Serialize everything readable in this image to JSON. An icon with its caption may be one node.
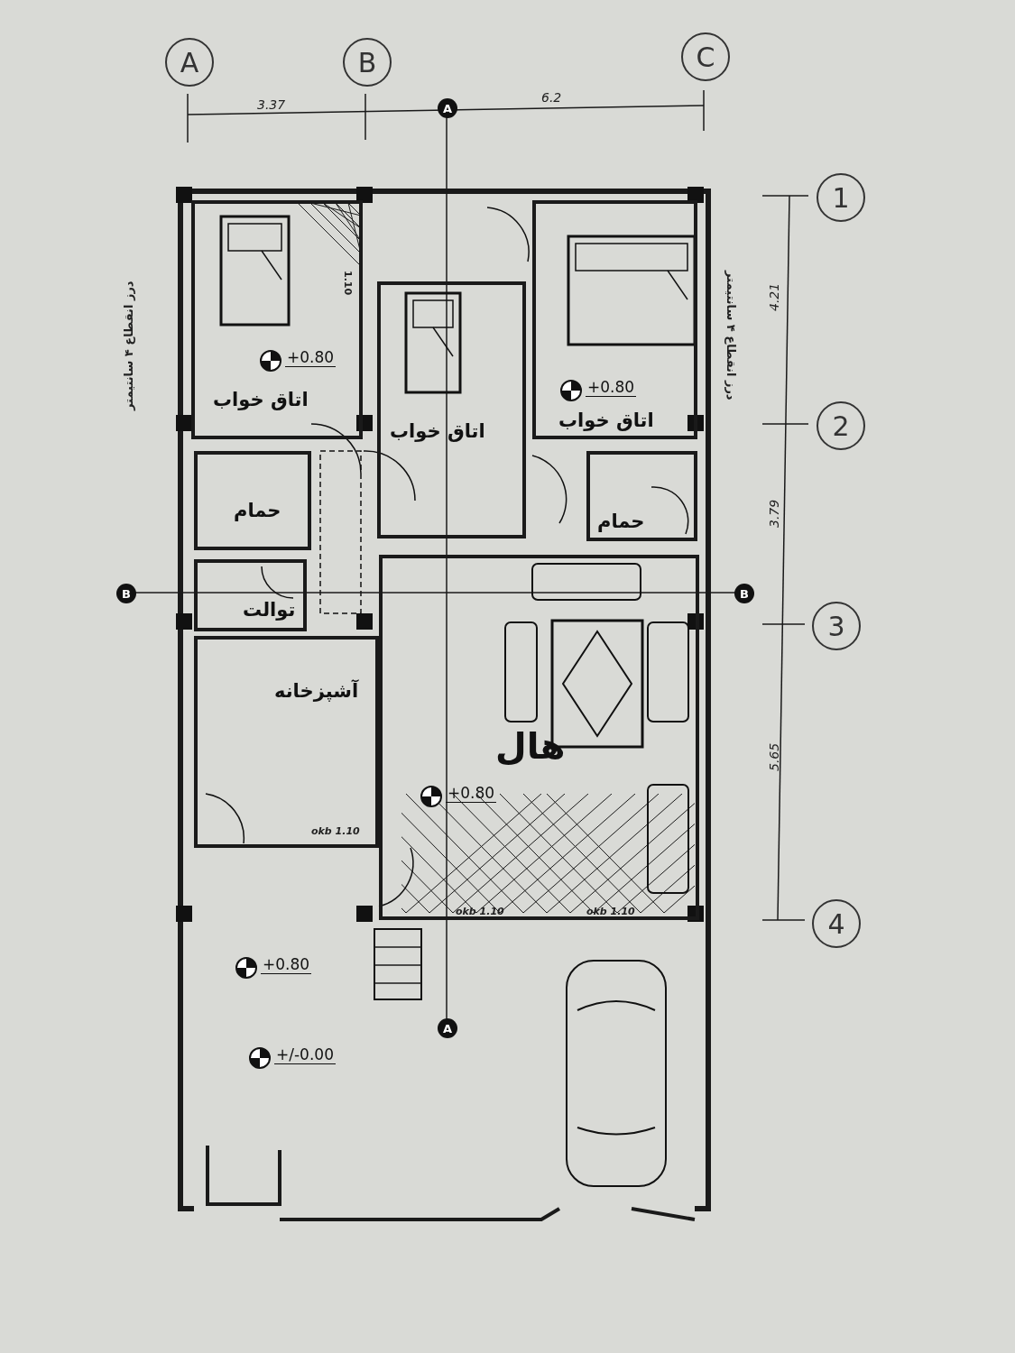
{
  "diagram": {
    "nodes": [
      {
        "text": [
          "A"
        ]
      },
      {
        "text": [
          "B"
        ]
      },
      {
        "text": [
          "C"
        ]
      },
      {
        "text": [
          "1"
        ]
      },
      {
        "text": [
          "2"
        ]
      },
      {
        "text": [
          "3"
        ]
      },
      {
        "text": [
          "4"
        ]
      },
      {
        "text": [
          "+0.80",
          "اتاق خواب"
        ]
      },
      {
        "text": [
          "اتاق خواب"
        ]
      },
      {
        "text": [
          "+0.80",
          "اتاق خواب"
        ]
      },
      {
        "text": [
          "حمام"
        ]
      },
      {
        "text": [
          "حمام"
        ]
      },
      {
        "text": [
          "توالت"
        ]
      },
      {
        "text": [
          "آشپزخانه"
        ]
      },
      {
        "text": [
          "هال",
          "+0.80"
        ]
      },
      {
        "text": [
          "+0.80"
        ]
      },
      {
        "text": [
          "+/-0.00"
        ]
      }
    ],
    "edges": [],
    "labels": [
      "3.37",
      "A",
      "6.2",
      "درز انقطاع ۴ سانتیمتر",
      "4.21",
      "1.10",
      "درز انقطاع ۴ سانتیمتر",
      "3.79",
      "B",
      "B",
      "5.65",
      "okb 1.10",
      "okb 1.10",
      "okb 1.10",
      "A"
    ]
  }
}
